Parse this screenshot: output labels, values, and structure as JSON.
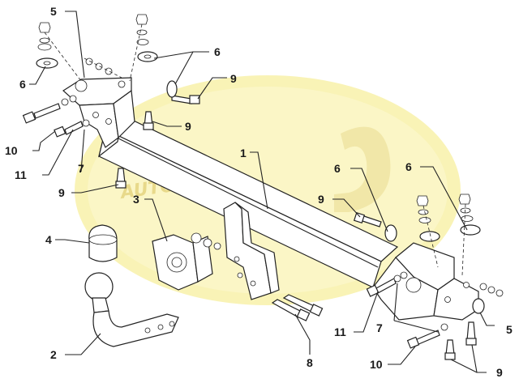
{
  "diagram": {
    "watermark": {
      "text": "AUTO",
      "colors": {
        "outer": "#f4ea7a",
        "inner": "#fbf6c8",
        "hook": "#efe4a0"
      }
    },
    "callouts": [
      {
        "id": "c1",
        "label": "1"
      },
      {
        "id": "c2",
        "label": "2"
      },
      {
        "id": "c3",
        "label": "3"
      },
      {
        "id": "c4",
        "label": "4"
      },
      {
        "id": "c5a",
        "label": "5"
      },
      {
        "id": "c5b",
        "label": "5"
      },
      {
        "id": "c6a",
        "label": "6"
      },
      {
        "id": "c6b",
        "label": "6"
      },
      {
        "id": "c6c",
        "label": "6"
      },
      {
        "id": "c6d",
        "label": "6"
      },
      {
        "id": "c7a",
        "label": "7"
      },
      {
        "id": "c7b",
        "label": "7"
      },
      {
        "id": "c8",
        "label": "8"
      },
      {
        "id": "c9a",
        "label": "9"
      },
      {
        "id": "c9b",
        "label": "9"
      },
      {
        "id": "c9c",
        "label": "9"
      },
      {
        "id": "c9d",
        "label": "9"
      },
      {
        "id": "c9e",
        "label": "9"
      },
      {
        "id": "c10a",
        "label": "10"
      },
      {
        "id": "c10b",
        "label": "10"
      },
      {
        "id": "c11a",
        "label": "11"
      },
      {
        "id": "c11b",
        "label": "11"
      }
    ]
  }
}
